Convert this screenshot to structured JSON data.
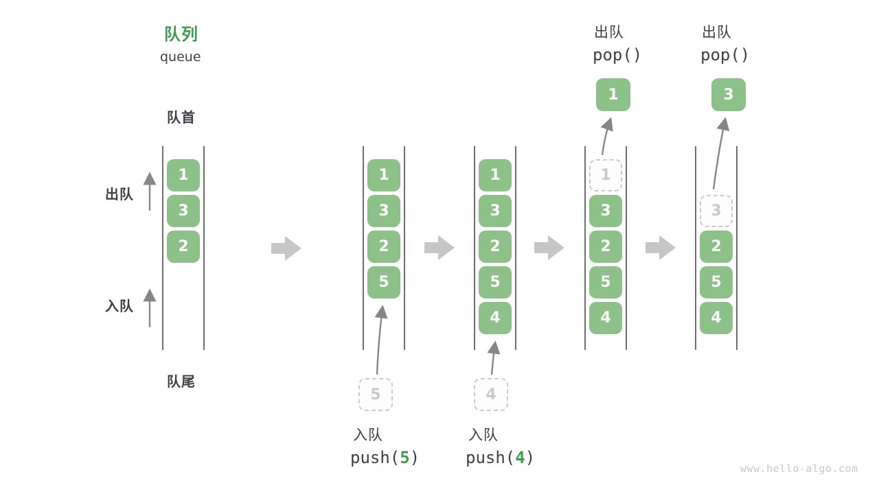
{
  "title": {
    "zh": "队列",
    "en": "queue"
  },
  "labels": {
    "front": "队首",
    "rear": "队尾",
    "dequeue_side": "出队",
    "enqueue_side": "入队"
  },
  "watermark": "www.hello-algo.com",
  "colors": {
    "accent_green": "#3f9e4d",
    "box_green": "#8ec08a",
    "text_dark": "#3b4045",
    "ghost_gray": "#c6cacd",
    "thin_arrow_gray": "#84878a",
    "block_arrow_gray": "#c6c6c6",
    "column_wall_gray": "#6d6d6d",
    "watermark_gray": "#c9c9c9"
  },
  "states": [
    {
      "slots": [
        "1",
        "3",
        "2"
      ]
    },
    {
      "slots": [
        "1",
        "3",
        "2",
        "5"
      ],
      "pending": "5",
      "op_action": "入队",
      "op_fn": "push(",
      "op_arg": "5",
      "op_close": ")"
    },
    {
      "slots": [
        "1",
        "3",
        "2",
        "5",
        "4"
      ],
      "pending": "4",
      "op_action": "入队",
      "op_fn": "push(",
      "op_arg": "4",
      "op_close": ")"
    },
    {
      "ghost": "1",
      "slots": [
        "3",
        "2",
        "5",
        "4"
      ],
      "popped": "1",
      "op_action": "出队",
      "op_fn": "pop()"
    },
    {
      "ghost": "3",
      "slots": [
        "2",
        "5",
        "4"
      ],
      "popped": "3",
      "op_action": "出队",
      "op_fn": "pop()"
    }
  ]
}
